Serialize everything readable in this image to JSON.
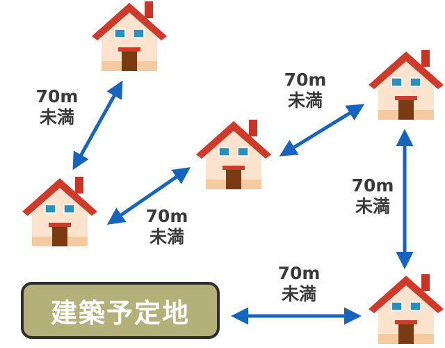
{
  "houses": [
    {
      "id": "house-top-left"
    },
    {
      "id": "house-mid-left"
    },
    {
      "id": "house-center"
    },
    {
      "id": "house-top-right"
    },
    {
      "id": "house-bottom-right"
    }
  ],
  "distance_labels": [
    {
      "value": "70m",
      "qualifier": "未満"
    },
    {
      "value": "70m",
      "qualifier": "未満"
    },
    {
      "value": "70m",
      "qualifier": "未満"
    },
    {
      "value": "70m",
      "qualifier": "未満"
    },
    {
      "value": "70m",
      "qualifier": "未満"
    }
  ],
  "site": {
    "label": "建築予定地"
  },
  "colors": {
    "arrow": "#1565c0",
    "roof": "#d03a2a",
    "wall": "#fbe3cd",
    "base": "#f5caa1",
    "door": "#7a3b13",
    "window": "#2a8fbd",
    "site_fill": "#b4b07a"
  }
}
